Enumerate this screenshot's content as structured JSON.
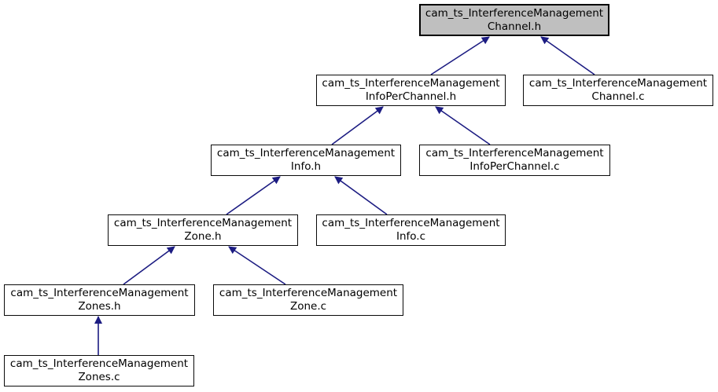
{
  "graph": {
    "type": "include-dependency-graph",
    "direction": "arrows-point-upward-to-included-file",
    "colors": {
      "edge": "#1c1c82",
      "node_border": "#0a0a0a",
      "node_fill": "#ffffff",
      "highlight_fill": "#bfbfbf",
      "text": "#000000",
      "background": "#ffffff"
    },
    "nodes": [
      {
        "id": "cam_ts_InterferenceManagementChannel.h",
        "line1": "cam_ts_InterferenceManagement",
        "line2": "Channel.h",
        "highlighted": true
      },
      {
        "id": "cam_ts_InterferenceManagementInfoPerChannel.h",
        "line1": "cam_ts_InterferenceManagement",
        "line2": "InfoPerChannel.h",
        "highlighted": false
      },
      {
        "id": "cam_ts_InterferenceManagementChannel.c",
        "line1": "cam_ts_InterferenceManagement",
        "line2": "Channel.c",
        "highlighted": false
      },
      {
        "id": "cam_ts_InterferenceManagementInfo.h",
        "line1": "cam_ts_InterferenceManagement",
        "line2": "Info.h",
        "highlighted": false
      },
      {
        "id": "cam_ts_InterferenceManagementInfoPerChannel.c",
        "line1": "cam_ts_InterferenceManagement",
        "line2": "InfoPerChannel.c",
        "highlighted": false
      },
      {
        "id": "cam_ts_InterferenceManagementZone.h",
        "line1": "cam_ts_InterferenceManagement",
        "line2": "Zone.h",
        "highlighted": false
      },
      {
        "id": "cam_ts_InterferenceManagementInfo.c",
        "line1": "cam_ts_InterferenceManagement",
        "line2": "Info.c",
        "highlighted": false
      },
      {
        "id": "cam_ts_InterferenceManagementZones.h",
        "line1": "cam_ts_InterferenceManagement",
        "line2": "Zones.h",
        "highlighted": false
      },
      {
        "id": "cam_ts_InterferenceManagementZone.c",
        "line1": "cam_ts_InterferenceManagement",
        "line2": "Zone.c",
        "highlighted": false
      },
      {
        "id": "cam_ts_InterferenceManagementZones.c",
        "line1": "cam_ts_InterferenceManagement",
        "line2": "Zones.c",
        "highlighted": false
      }
    ],
    "edges": [
      {
        "from": "cam_ts_InterferenceManagementInfoPerChannel.h",
        "to": "cam_ts_InterferenceManagementChannel.h"
      },
      {
        "from": "cam_ts_InterferenceManagementChannel.c",
        "to": "cam_ts_InterferenceManagementChannel.h"
      },
      {
        "from": "cam_ts_InterferenceManagementInfo.h",
        "to": "cam_ts_InterferenceManagementInfoPerChannel.h"
      },
      {
        "from": "cam_ts_InterferenceManagementInfoPerChannel.c",
        "to": "cam_ts_InterferenceManagementInfoPerChannel.h"
      },
      {
        "from": "cam_ts_InterferenceManagementZone.h",
        "to": "cam_ts_InterferenceManagementInfo.h"
      },
      {
        "from": "cam_ts_InterferenceManagementInfo.c",
        "to": "cam_ts_InterferenceManagementInfo.h"
      },
      {
        "from": "cam_ts_InterferenceManagementZones.h",
        "to": "cam_ts_InterferenceManagementZone.h"
      },
      {
        "from": "cam_ts_InterferenceManagementZone.c",
        "to": "cam_ts_InterferenceManagementZone.h"
      },
      {
        "from": "cam_ts_InterferenceManagementZones.c",
        "to": "cam_ts_InterferenceManagementZones.h"
      }
    ]
  }
}
